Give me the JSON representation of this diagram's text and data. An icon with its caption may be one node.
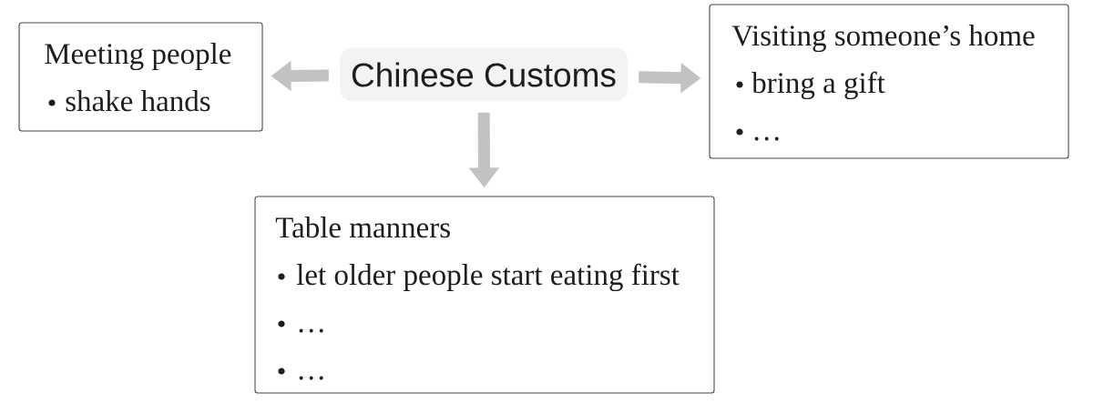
{
  "diagram": {
    "nodes": [
      {
        "text": [
          "Meeting people",
          "shake hands"
        ]
      },
      {
        "text": [
          "Chinese Customs"
        ]
      },
      {
        "text": [
          "Visiting someone’s home",
          "bring a gift",
          "…"
        ]
      },
      {
        "text": [
          "Table manners",
          "let older people start eating first",
          "…",
          "…"
        ]
      }
    ],
    "edges": [
      {
        "from": 1,
        "to": 0,
        "arrow": "to"
      },
      {
        "from": 1,
        "to": 2,
        "arrow": "to"
      },
      {
        "from": 1,
        "to": 3,
        "arrow": "to"
      }
    ]
  }
}
